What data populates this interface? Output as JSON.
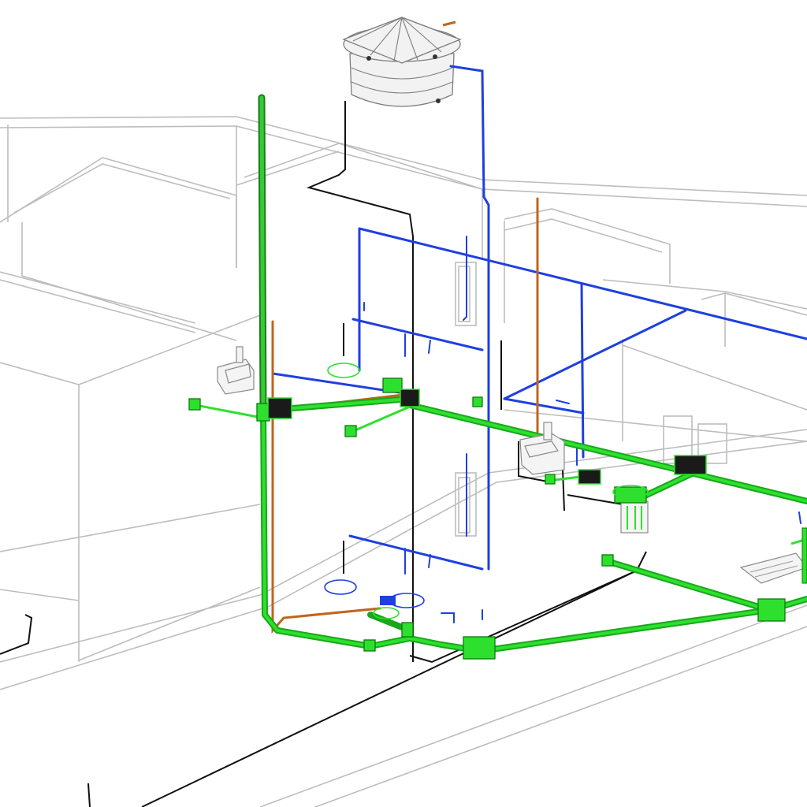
{
  "view": {
    "type": "isometric-plumbing-3d",
    "background": "#ffffff"
  },
  "systems": [
    {
      "id": "cold-water",
      "color": "#1f3fe0",
      "icon": "cold-water-pipe-icon"
    },
    {
      "id": "sewer-drainage",
      "color": "#2ee02e",
      "icon": "sewer-pipe-icon"
    },
    {
      "id": "vent",
      "color": "#1d7a1d",
      "icon": "vent-pipe-icon"
    },
    {
      "id": "hot-water",
      "color": "#c0651b",
      "icon": "hot-water-pipe-icon"
    },
    {
      "id": "rainwater",
      "color": "#111111",
      "icon": "rainwater-pipe-icon"
    },
    {
      "id": "building-outline",
      "color": "#bdbdbd",
      "icon": "wall-outline-icon"
    }
  ],
  "objects": [
    {
      "name": "water-tank",
      "icon": "water-tank-icon"
    },
    {
      "name": "kitchen-sink",
      "icon": "sink-icon"
    },
    {
      "name": "laundry-sink",
      "icon": "sink-icon"
    },
    {
      "name": "grease-trap",
      "icon": "grease-box-icon"
    },
    {
      "name": "floor-drain",
      "icon": "floor-drain-icon"
    },
    {
      "name": "wc",
      "icon": "toilet-icon"
    }
  ]
}
